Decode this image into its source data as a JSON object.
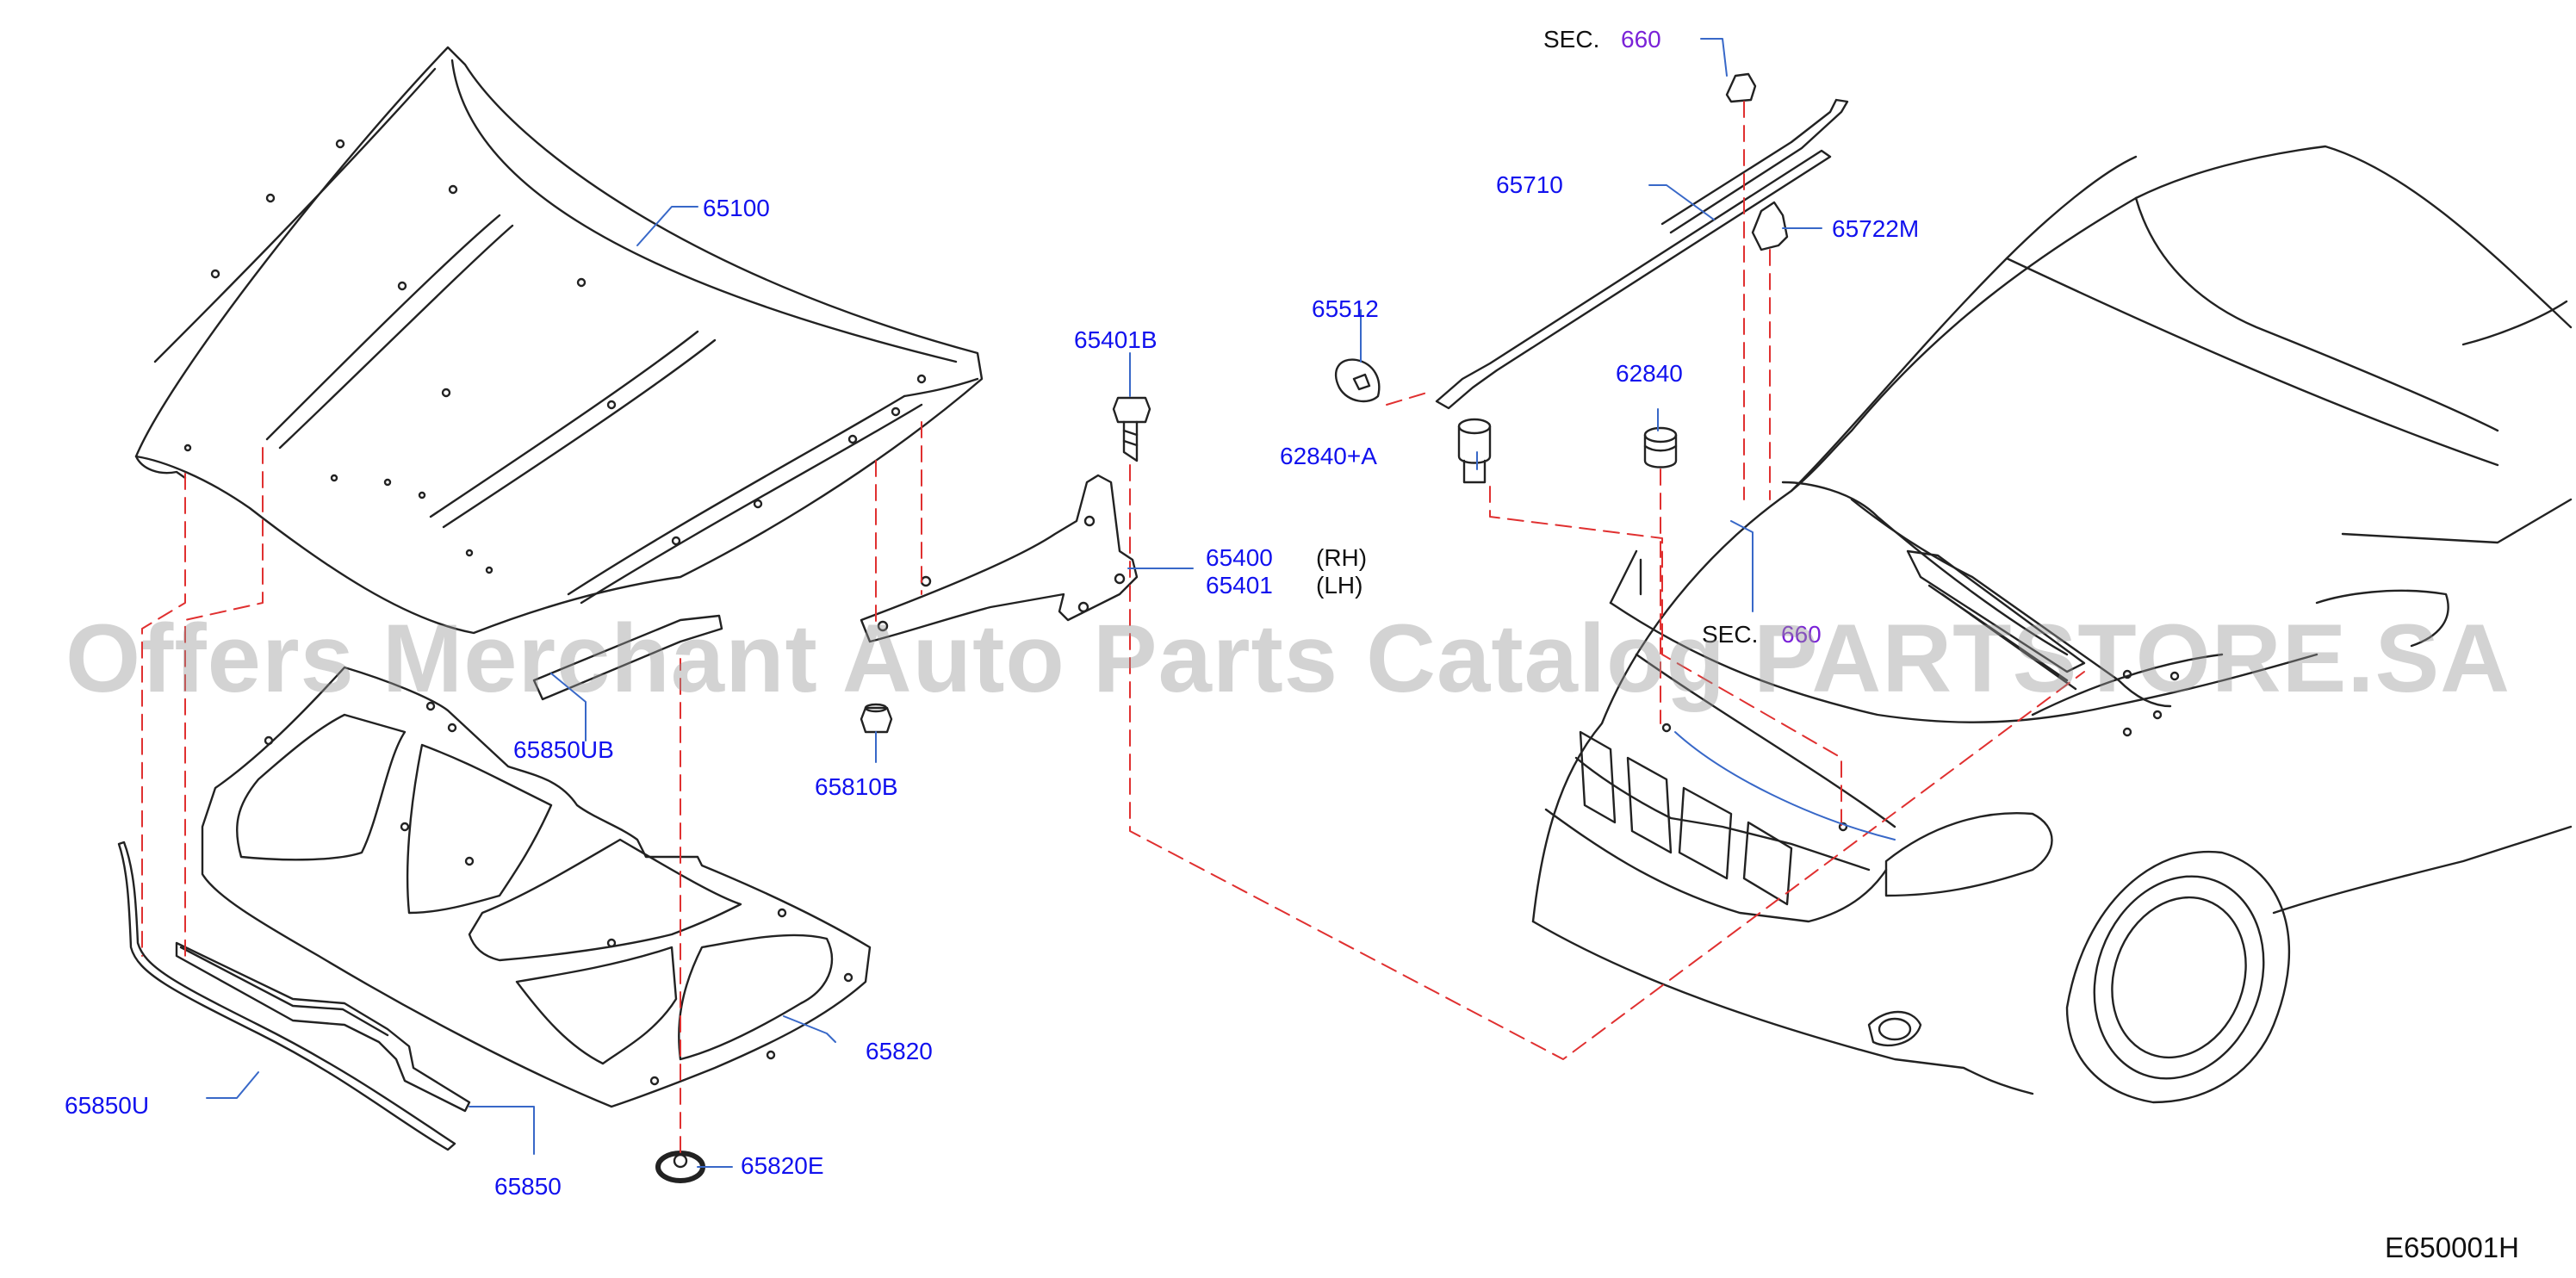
{
  "watermark": "Offers Merchant Auto Parts Catalog PARTSTORE.SA",
  "diagram_code": "E650001H",
  "colors": {
    "part_number": "#1111ee",
    "section_ref": "#7a22d8",
    "leader_line": "#e03030",
    "outline": "#222222"
  },
  "parts": {
    "p65100": "65100",
    "p65850UB": "65850UB",
    "p65810B": "65810B",
    "p65401B": "65401B",
    "p65400": "65400",
    "p65401": "65401",
    "rh": "(RH)",
    "lh": "(LH)",
    "p65820": "65820",
    "p65850U": "65850U",
    "p65850": "65850",
    "p65820E": "65820E",
    "p65710": "65710",
    "p65722M": "65722M",
    "p65512": "65512",
    "p62840": "62840",
    "p62840A": "62840+A"
  },
  "sections": {
    "sec_label": "SEC.",
    "sec_top_num": "660",
    "sec_mid_num": "660"
  }
}
